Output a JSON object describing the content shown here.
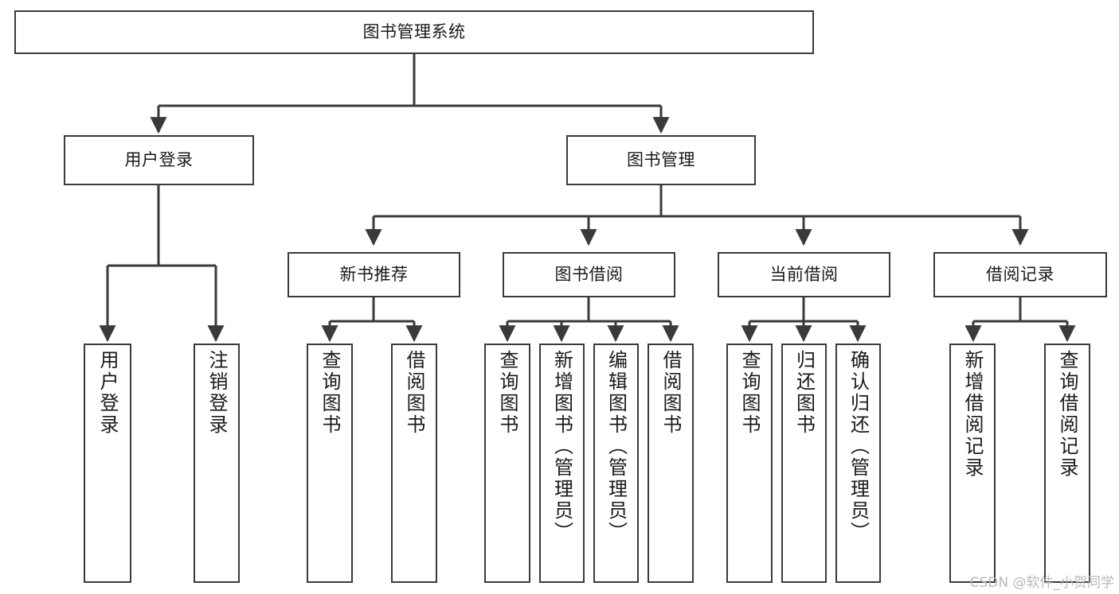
{
  "diagram": {
    "type": "tree",
    "title": "图书管理系统",
    "orientation": "top-down",
    "edge_style": "orthogonal-arrow",
    "colors": {
      "box_border": "#3a3a3a",
      "box_fill": "#ffffff",
      "line": "#3a3a3a",
      "text": "#1a1a1a",
      "watermark": "#b9b9b9",
      "background": "#ffffff"
    },
    "root": {
      "id": "root",
      "label": "图书管理系统"
    },
    "level2": [
      {
        "id": "user-login",
        "label": "用户登录"
      },
      {
        "id": "book-manage",
        "label": "图书管理"
      }
    ],
    "level3": [
      {
        "id": "new-book-rec",
        "label": "新书推荐",
        "parent": "book-manage"
      },
      {
        "id": "book-borrow",
        "label": "图书借阅",
        "parent": "book-manage"
      },
      {
        "id": "current-borrow",
        "label": "当前借阅",
        "parent": "book-manage"
      },
      {
        "id": "borrow-record",
        "label": "借阅记录",
        "parent": "book-manage"
      }
    ],
    "leaves": [
      {
        "id": "leaf-user-login",
        "label": "用户登录",
        "parent": "user-login"
      },
      {
        "id": "leaf-logout-login",
        "label": "注销登录",
        "parent": "user-login"
      },
      {
        "id": "leaf-query-book-1",
        "label": "查询图书",
        "parent": "new-book-rec"
      },
      {
        "id": "leaf-borrow-book-1",
        "label": "借阅图书",
        "parent": "new-book-rec"
      },
      {
        "id": "leaf-query-book-2",
        "label": "查询图书",
        "parent": "book-borrow"
      },
      {
        "id": "leaf-add-book",
        "label": "新增图书（管理员）",
        "parent": "book-borrow"
      },
      {
        "id": "leaf-edit-book",
        "label": "编辑图书（管理员）",
        "parent": "book-borrow"
      },
      {
        "id": "leaf-borrow-book-2",
        "label": "借阅图书",
        "parent": "book-borrow"
      },
      {
        "id": "leaf-query-book-3",
        "label": "查询图书",
        "parent": "current-borrow"
      },
      {
        "id": "leaf-return-book",
        "label": "归还图书",
        "parent": "current-borrow"
      },
      {
        "id": "leaf-confirm-return",
        "label": "确认归还（管理员）",
        "parent": "current-borrow"
      },
      {
        "id": "leaf-add-record",
        "label": "新增借阅记录",
        "parent": "borrow-record"
      },
      {
        "id": "leaf-query-record",
        "label": "查询借阅记录",
        "parent": "borrow-record"
      }
    ],
    "watermark": "CSDN @软件_小贺同学"
  }
}
